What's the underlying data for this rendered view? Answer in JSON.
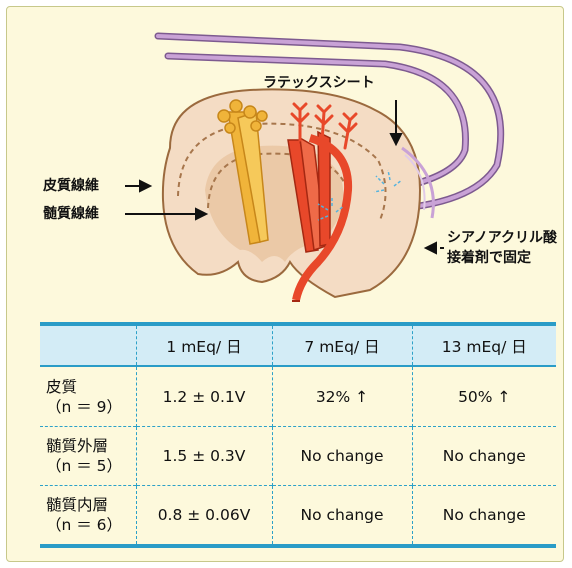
{
  "labels": {
    "latex_sheet": "ラテックスシート",
    "cortical_fiber": "皮質線維",
    "medullary_fiber": "髄質線維",
    "glue_line1": "シアノアクリル酸",
    "glue_line2": "接着剤で固定"
  },
  "table": {
    "headers": [
      "",
      "1 mEq/ 日",
      "7 mEq/ 日",
      "13 mEq/ 日"
    ],
    "rows": [
      {
        "name": "皮質",
        "n": "（n ＝ 9）",
        "cells": [
          "1.2 ± 0.1V",
          "32% ↑",
          "50% ↑"
        ]
      },
      {
        "name": "髄質外層",
        "n": "（n ＝ 5）",
        "cells": [
          "1.5 ± 0.3V",
          "No change",
          "No change"
        ]
      },
      {
        "name": "髄質内層",
        "n": "（n ＝ 6）",
        "cells": [
          "0.8 ± 0.06V",
          "No change",
          "No change"
        ]
      }
    ]
  },
  "colors": {
    "panel_bg": "#fdf9dc",
    "kidney_cortex": "#f4dcc4",
    "kidney_medulla": "#ebc9a7",
    "catheter": "#b88cc7",
    "vessel_red": "#e8482a",
    "vessel_yellow": "#f0b43a",
    "table_accent": "#2a9cc7",
    "table_header_bg": "#d3ecf6"
  }
}
